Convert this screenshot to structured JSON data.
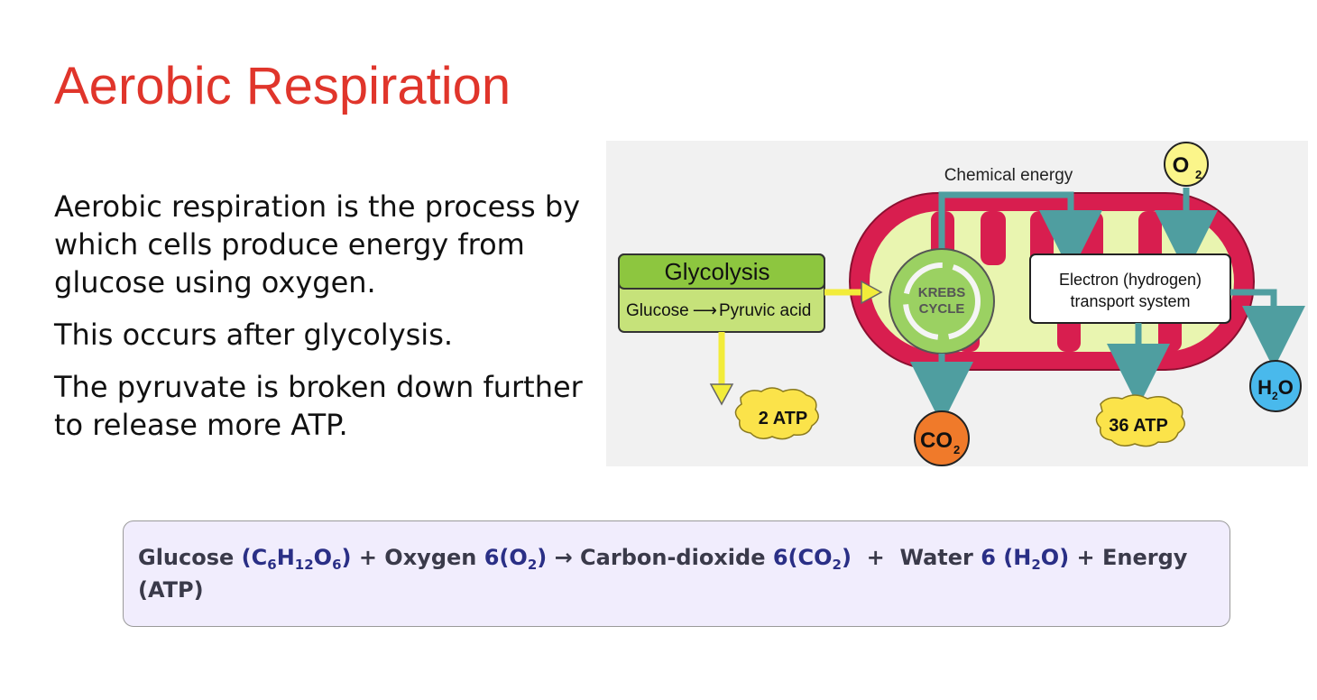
{
  "slide": {
    "title": "Aerobic Respiration",
    "paragraphs": [
      "Aerobic respiration is the process by which cells produce energy from glucose using oxygen.",
      "This occurs after glycolysis.",
      "The pyruvate is broken down further to release more ATP."
    ]
  },
  "diagram": {
    "chemical_energy_label": "Chemical energy",
    "o2_label": "O",
    "o2_sub": "2",
    "glycolysis_title": "Glycolysis",
    "glycolysis_glucose": "Glucose",
    "glycolysis_pyruvic": "Pyruvic acid",
    "krebs_line1": "KREBS",
    "krebs_line2": "CYCLE",
    "ets_line1": "Electron (hydrogen)",
    "ets_line2": "transport system",
    "atp_glycolysis": "2 ATP",
    "atp_ets": "36 ATP",
    "co2_label": "CO",
    "co2_sub": "2",
    "h2o_h": "H",
    "h2o_sub": "2",
    "h2o_o": "O",
    "colors": {
      "mito_outer": "#d81e4f",
      "mito_inner": "#e9f5b0",
      "glycolysis_header": "#8dc63f",
      "glycolysis_body": "#c6e27a",
      "arrow_teal": "#4f9ea0",
      "arrow_yellow": "#f2ec3a",
      "o2_fill": "#fbf58a",
      "atp_fill": "#fbe34a",
      "co2_fill": "#f07a2a",
      "h2o_fill": "#49b9ec",
      "krebs_fill": "#9bd162"
    }
  },
  "equation": {
    "glucose": "Glucose",
    "c": "C",
    "c_sub": "6",
    "h": "H",
    "h_sub": "12",
    "o": "O",
    "o_sub": "6",
    "plus_oxygen": "+ Oxygen",
    "oxygen_coef": "6(O",
    "oxygen_sub": "2",
    "arrow": "→",
    "co2_name": "Carbon-dioxide",
    "co2_coef": "6(CO",
    "co2_sub": "2",
    "plus1": "+",
    "water_name": "Water",
    "water_coef": "6",
    "water_h": "(H",
    "water_sub": "2",
    "water_o": "O)",
    "plus_energy": "+ Energy",
    "atp": "(ATP)"
  }
}
